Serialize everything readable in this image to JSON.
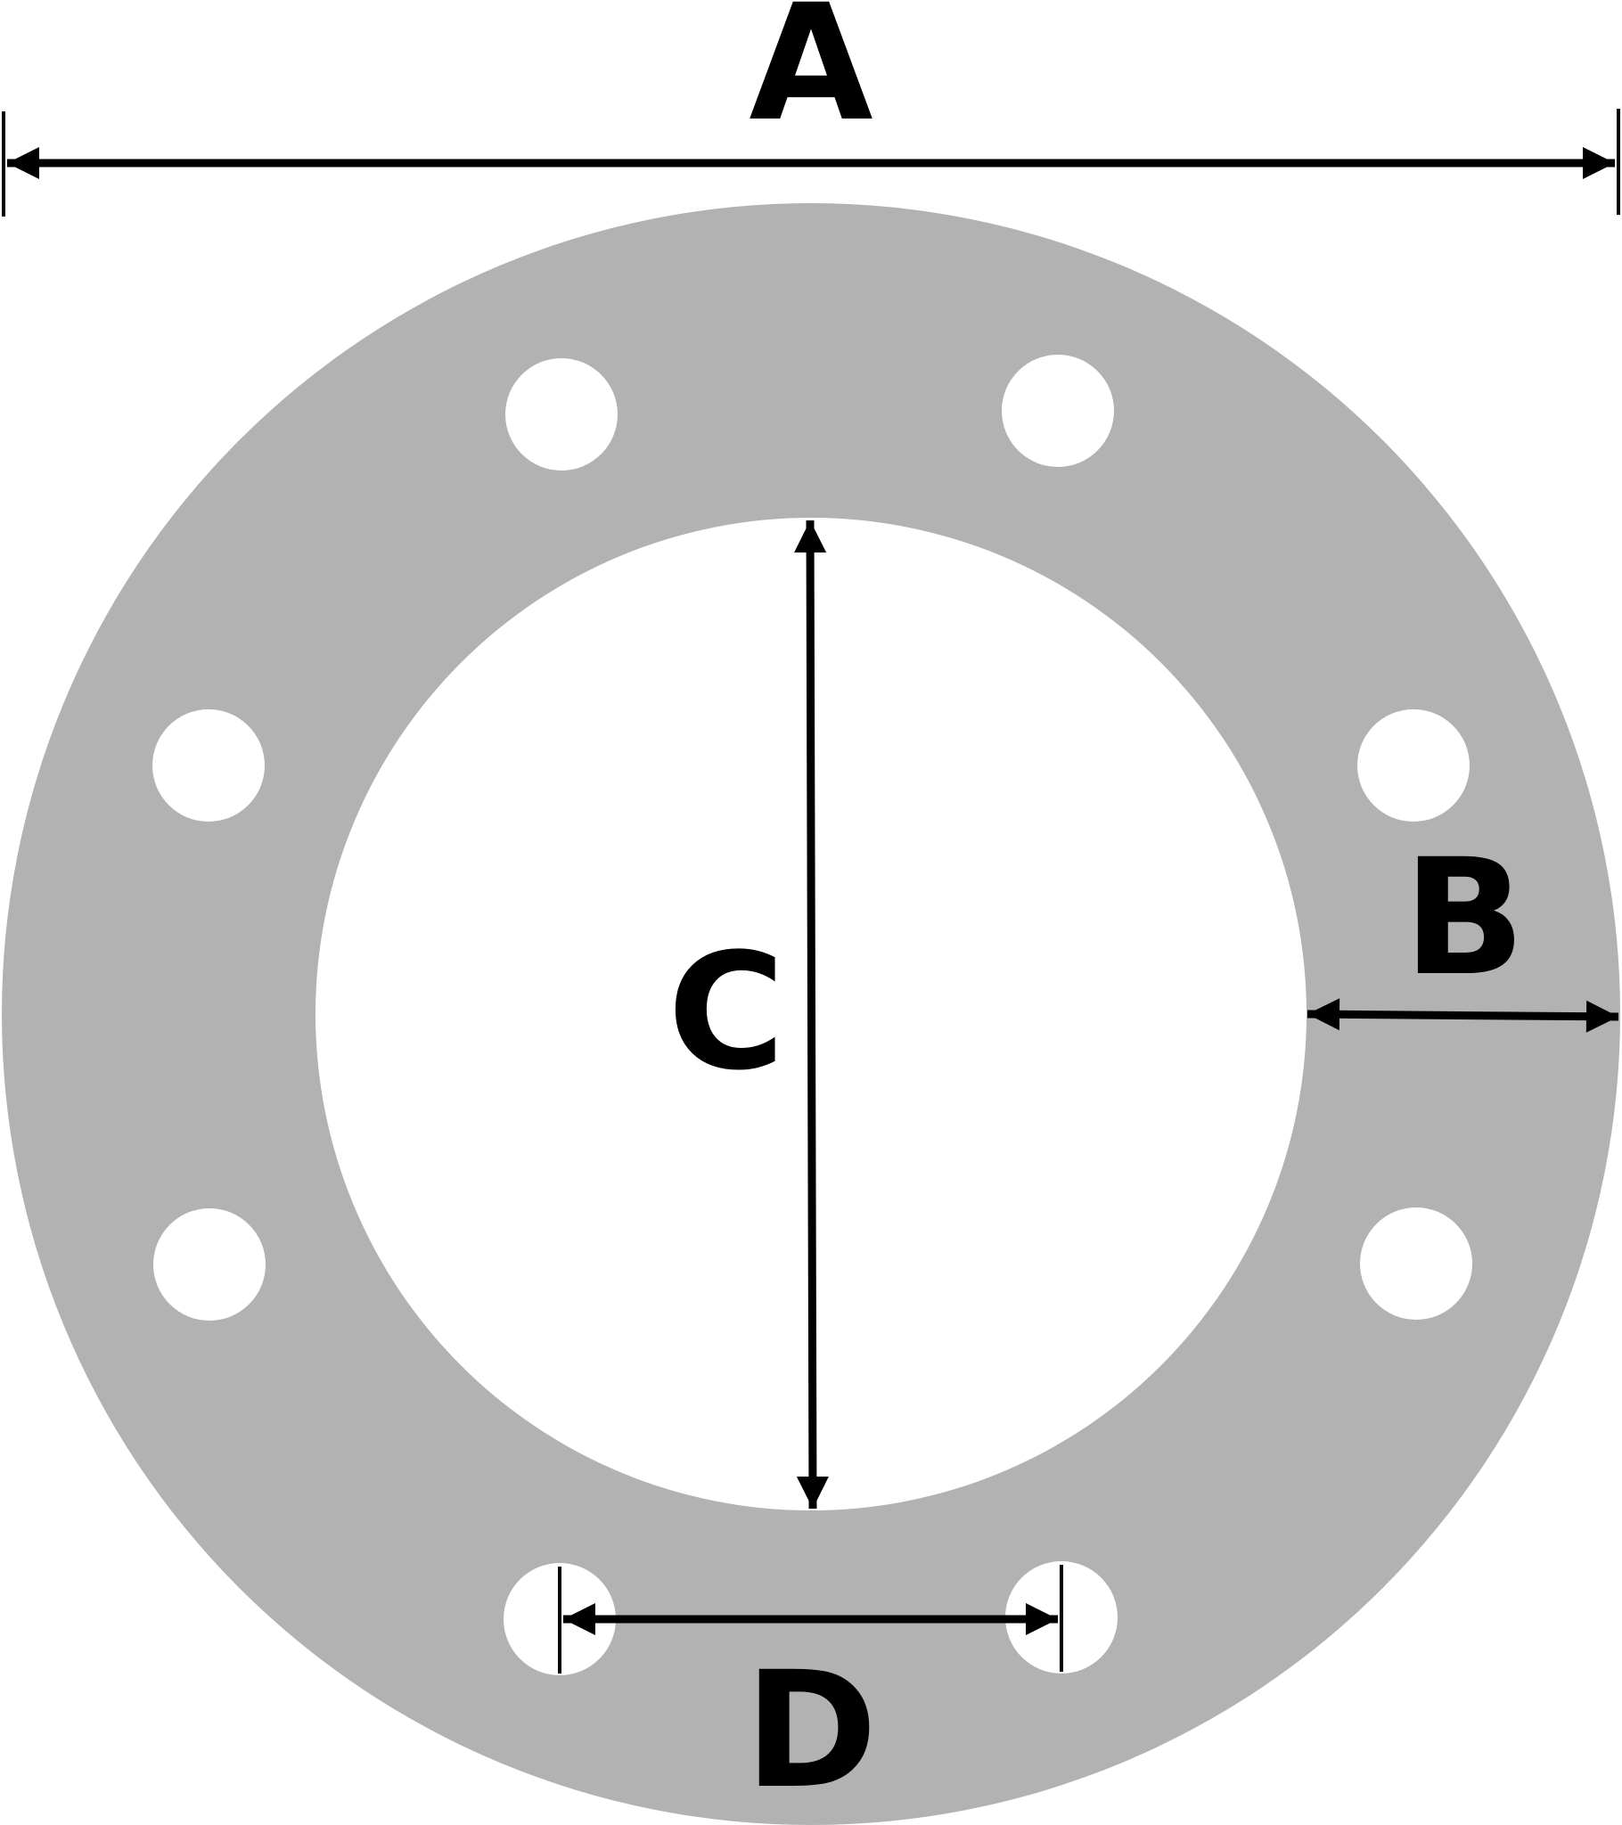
{
  "labels": {
    "a": "A",
    "b": "B",
    "c": "C",
    "d": "D"
  },
  "colors": {
    "gasket": "#b2b2b2",
    "holes": "#ffffff",
    "lines": "#000000",
    "background": "#ffffff"
  }
}
